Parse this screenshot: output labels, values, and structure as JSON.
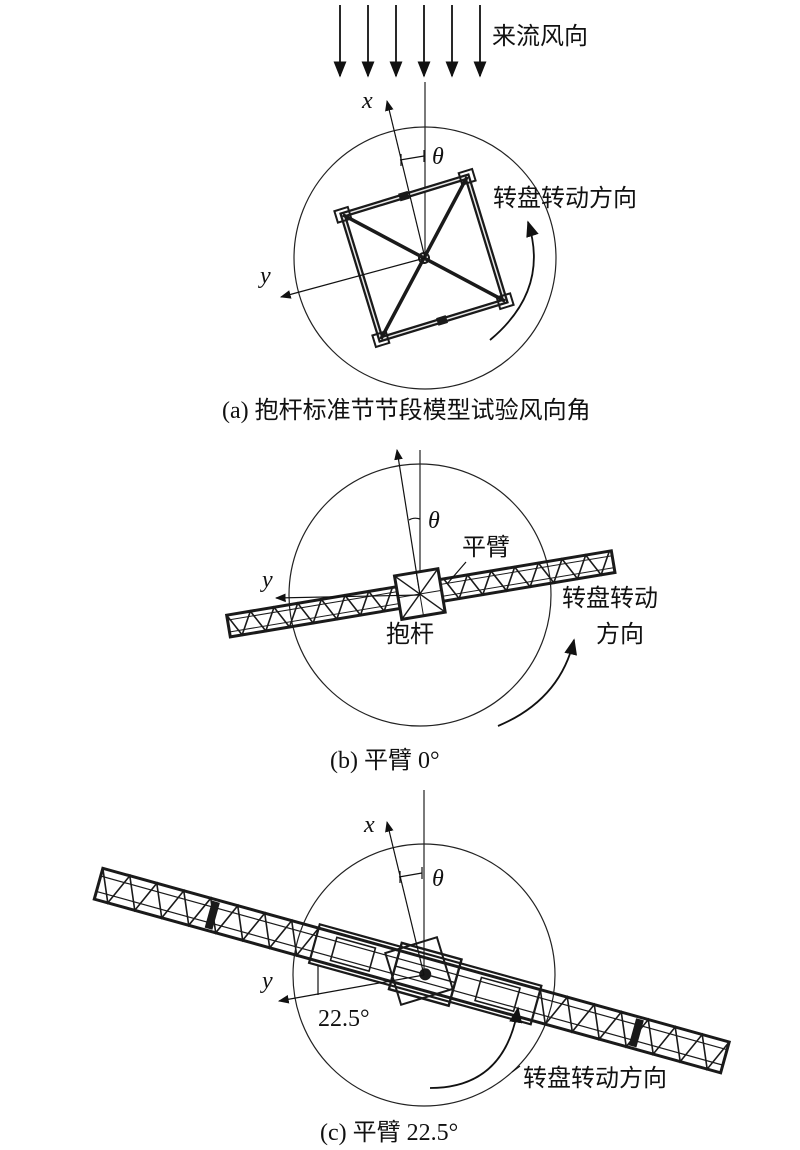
{
  "panel_a": {
    "wind_label": "来流风向",
    "x_label": "x",
    "y_label": "y",
    "theta_label": "θ",
    "rotation_label": "转盘转动方向",
    "caption": "(a) 抱杆标准节节段模型试验风向角"
  },
  "panel_b": {
    "y_label": "y",
    "theta_label": "θ",
    "arm_label": "平臂",
    "mast_label": "抱杆",
    "rotation_label_line1": "转盘转动",
    "rotation_label_line2": "方向",
    "caption": "(b) 平臂 0°"
  },
  "panel_c": {
    "x_label": "x",
    "y_label": "y",
    "theta_label": "θ",
    "angle_label": "22.5°",
    "rotation_label": "转盘转动方向",
    "caption": "(c) 平臂 22.5°"
  }
}
